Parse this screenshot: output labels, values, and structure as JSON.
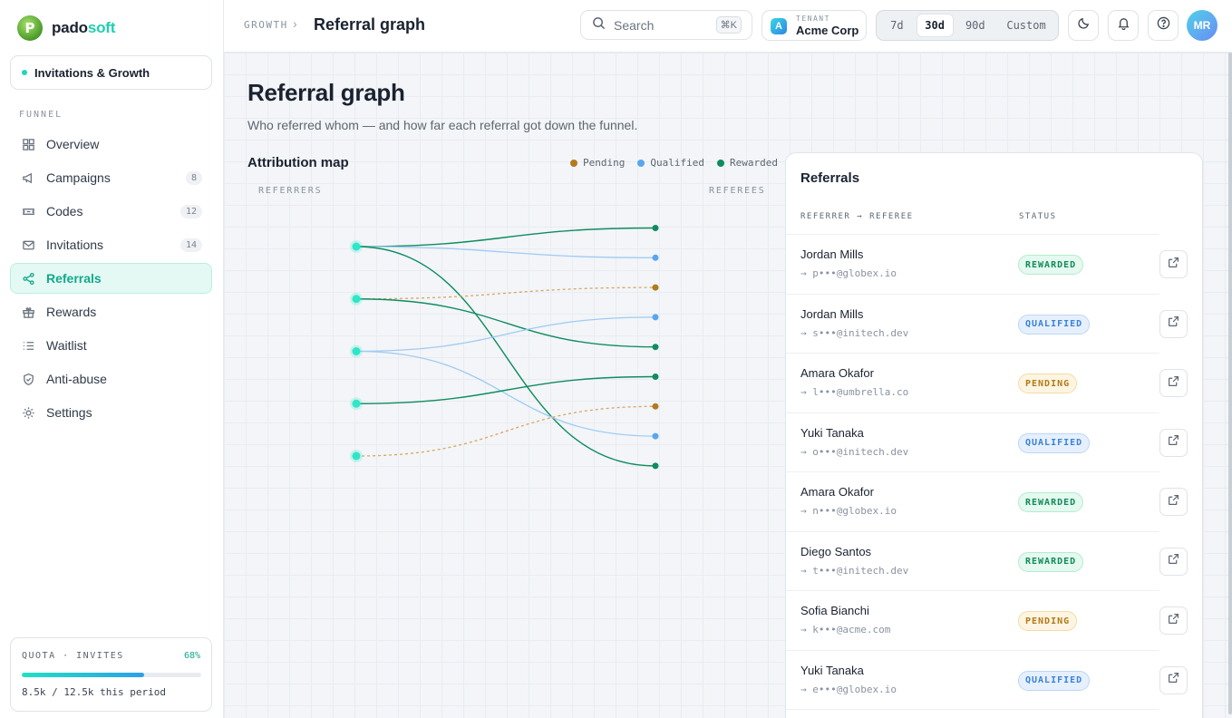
{
  "brand": {
    "name_main": "pado",
    "name_accent": "soft"
  },
  "workspace": {
    "label": "Invitations & Growth"
  },
  "sidebar": {
    "section_label": "FUNNEL",
    "items": [
      {
        "label": "Overview",
        "icon": "grid-icon",
        "count": null
      },
      {
        "label": "Campaigns",
        "icon": "megaphone-icon",
        "count": "8"
      },
      {
        "label": "Codes",
        "icon": "ticket-icon",
        "count": "12"
      },
      {
        "label": "Invitations",
        "icon": "mail-icon",
        "count": "14"
      },
      {
        "label": "Referrals",
        "icon": "share-icon",
        "count": null,
        "active": true
      },
      {
        "label": "Rewards",
        "icon": "gift-icon",
        "count": null
      },
      {
        "label": "Waitlist",
        "icon": "list-icon",
        "count": null
      },
      {
        "label": "Anti-abuse",
        "icon": "shield-icon",
        "count": null
      },
      {
        "label": "Settings",
        "icon": "gear-icon",
        "count": null
      }
    ]
  },
  "quota": {
    "label": "QUOTA · INVITES",
    "percent_text": "68%",
    "fraction": 0.68,
    "usage_text": "8.5k / 12.5k this period"
  },
  "header": {
    "crumb_parent": "GROWTH",
    "crumb_separator": "›",
    "crumb_current": "Referral graph",
    "search_placeholder": "Search",
    "search_shortcut": "⌘K",
    "tenant_badge": "A",
    "tenant_label": "TENANT",
    "tenant_name": "Acme Corp",
    "ranges": [
      "7d",
      "30d",
      "90d",
      "Custom"
    ],
    "selected_range": "30d",
    "avatar_initials": "MR"
  },
  "page": {
    "title": "Referral graph",
    "subtitle": "Who referred whom — and how far each referral got down the funnel."
  },
  "map": {
    "title": "Attribution map",
    "referrers_label": "REFERRERS",
    "referees_label": "REFEREES",
    "legend": [
      {
        "label": "Pending",
        "color": "#b27a1f"
      },
      {
        "label": "Qualified",
        "color": "#5aa6ee"
      },
      {
        "label": "Rewarded",
        "color": "#0f8c5e"
      }
    ],
    "referrer_count": 5,
    "referee_statuses": [
      "rewarded",
      "qualified",
      "pending",
      "qualified",
      "rewarded",
      "rewarded",
      "pending",
      "qualified",
      "rewarded"
    ],
    "links": [
      {
        "from": 0,
        "to": 0,
        "status": "rewarded"
      },
      {
        "from": 0,
        "to": 1,
        "status": "qualified"
      },
      {
        "from": 0,
        "to": 8,
        "status": "rewarded"
      },
      {
        "from": 1,
        "to": 2,
        "status": "pending"
      },
      {
        "from": 1,
        "to": 4,
        "status": "rewarded"
      },
      {
        "from": 2,
        "to": 3,
        "status": "qualified"
      },
      {
        "from": 2,
        "to": 7,
        "status": "qualified"
      },
      {
        "from": 3,
        "to": 5,
        "status": "rewarded"
      },
      {
        "from": 4,
        "to": 6,
        "status": "pending"
      }
    ],
    "colors": {
      "referrer_node": "#2ee6c8",
      "rewarded": "#0f8c5e",
      "qualified": "#9fcbf4",
      "pending": "#d9a560"
    }
  },
  "referrals": {
    "title": "Referrals",
    "col_ref": "REFERRER → REFEREE",
    "col_status": "STATUS",
    "rows": [
      {
        "referrer": "Jordan Mills",
        "referee": "→ p•••@globex.io",
        "status": "REWARDED",
        "kind": "rewarded"
      },
      {
        "referrer": "Jordan Mills",
        "referee": "→ s•••@initech.dev",
        "status": "QUALIFIED",
        "kind": "qualified"
      },
      {
        "referrer": "Amara Okafor",
        "referee": "→ l•••@umbrella.co",
        "status": "PENDING",
        "kind": "pending"
      },
      {
        "referrer": "Yuki Tanaka",
        "referee": "→ o•••@initech.dev",
        "status": "QUALIFIED",
        "kind": "qualified"
      },
      {
        "referrer": "Amara Okafor",
        "referee": "→ n•••@globex.io",
        "status": "REWARDED",
        "kind": "rewarded"
      },
      {
        "referrer": "Diego Santos",
        "referee": "→ t•••@initech.dev",
        "status": "REWARDED",
        "kind": "rewarded"
      },
      {
        "referrer": "Sofia Bianchi",
        "referee": "→ k•••@acme.com",
        "status": "PENDING",
        "kind": "pending"
      },
      {
        "referrer": "Yuki Tanaka",
        "referee": "→ e•••@globex.io",
        "status": "QUALIFIED",
        "kind": "qualified"
      }
    ]
  }
}
